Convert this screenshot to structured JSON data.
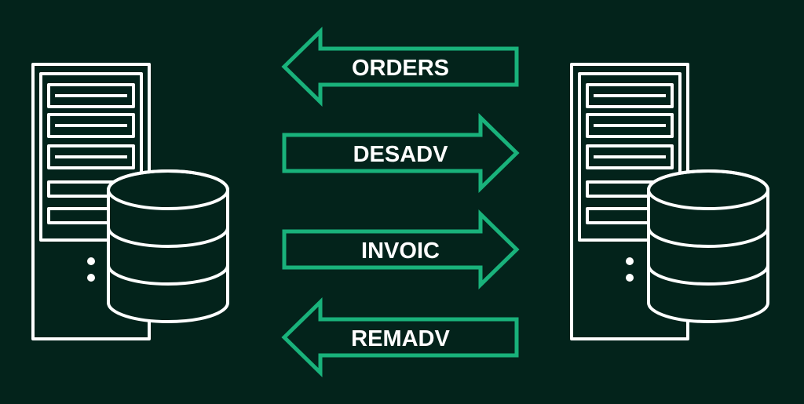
{
  "colors": {
    "background": "#03231b",
    "arrow_stroke": "#19b27b",
    "server_stroke": "#ffffff"
  },
  "left_node": {
    "icon": "server-database-icon"
  },
  "right_node": {
    "icon": "server-database-icon"
  },
  "messages": [
    {
      "label": "ORDERS",
      "direction": "left"
    },
    {
      "label": "DESADV",
      "direction": "right"
    },
    {
      "label": "INVOIC",
      "direction": "right"
    },
    {
      "label": "REMADV",
      "direction": "left"
    }
  ]
}
